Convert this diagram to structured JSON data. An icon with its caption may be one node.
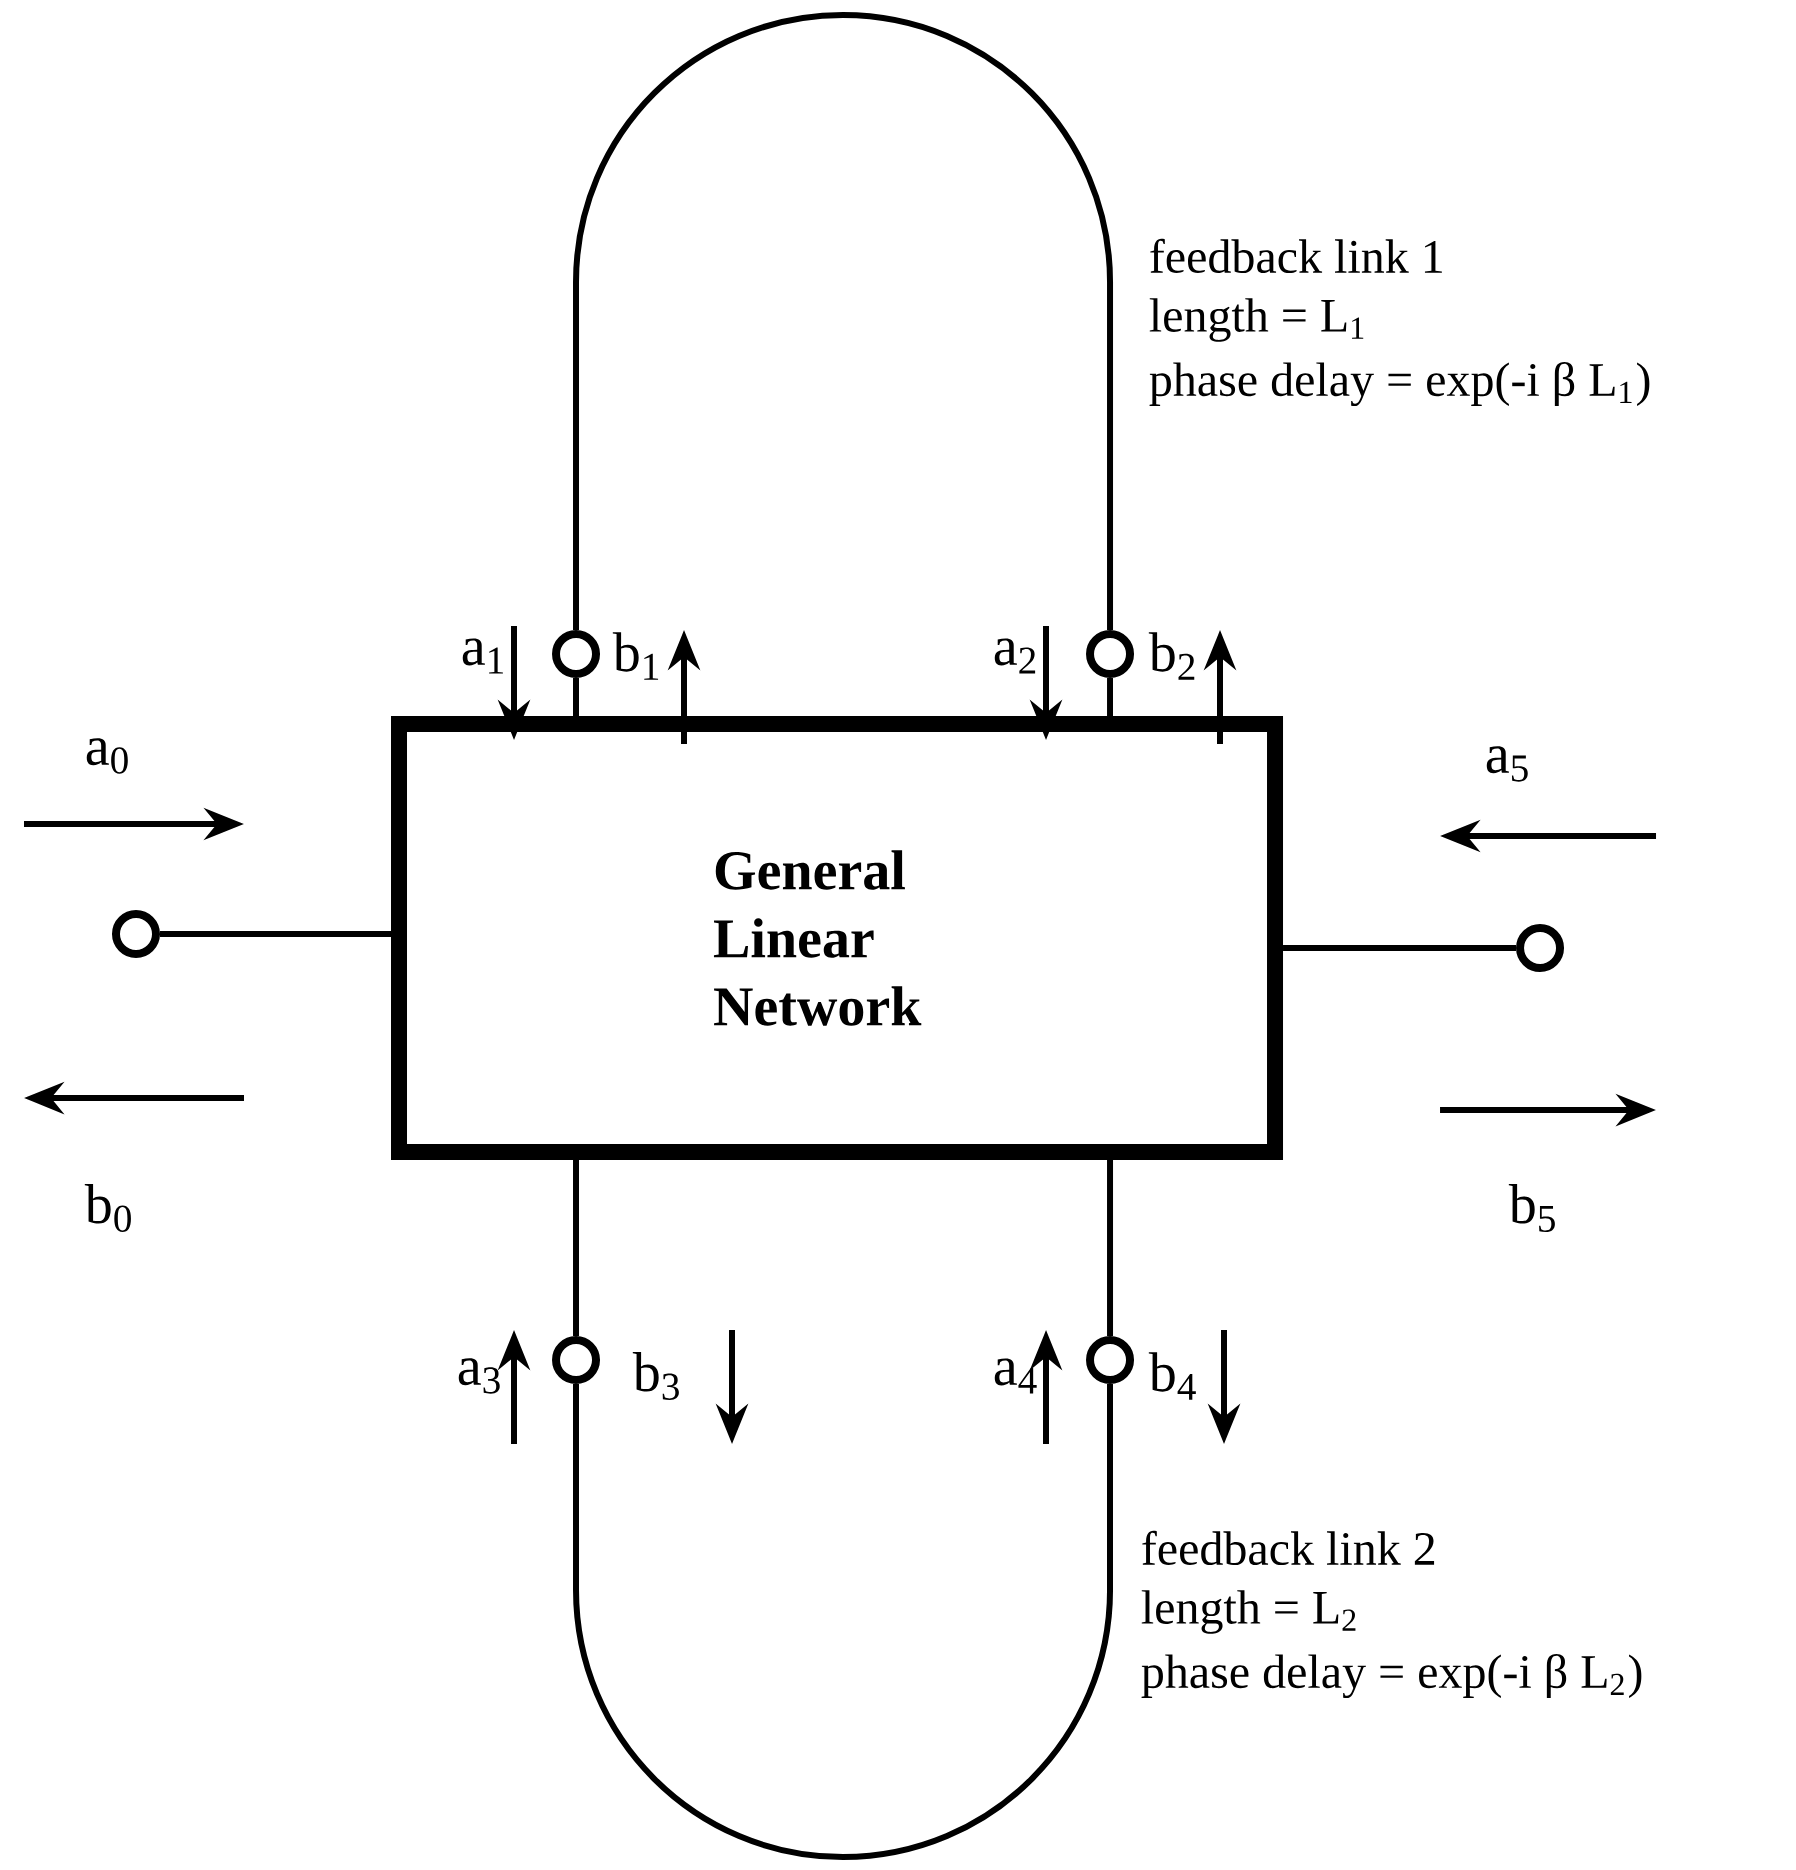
{
  "diagram": {
    "nodes": [
      {
        "text": [
          "General Linear Network"
        ]
      },
      {
        "text": [],
        "shape": "circle"
      },
      {
        "text": [],
        "shape": "circle"
      },
      {
        "text": [],
        "shape": "circle"
      },
      {
        "text": [],
        "shape": "circle"
      },
      {
        "text": [],
        "shape": "circle"
      },
      {
        "text": [],
        "shape": "circle"
      }
    ],
    "edges": [
      {
        "from": 1,
        "to": 0,
        "arrow": "none"
      },
      {
        "from": 0,
        "to": 2,
        "arrow": "none"
      },
      {
        "from": 3,
        "to": 0,
        "arrow": "none"
      },
      {
        "from": 4,
        "to": 0,
        "arrow": "none"
      },
      {
        "from": 5,
        "to": 0,
        "arrow": "none"
      },
      {
        "from": 6,
        "to": 0,
        "arrow": "none"
      },
      {
        "from": 3,
        "to": 4,
        "arrow": "none"
      },
      {
        "from": 5,
        "to": 6,
        "arrow": "none"
      }
    ],
    "labels": [
      "feedback link 1",
      "length = L$_{1}$",
      "phase delay = exp(-i β L$_{1}$)",
      "a$_{1}$",
      "b$_{1}$",
      "a$_{2}$",
      "b$_{2}$",
      "a$_{0}$",
      "a$_{5}$",
      "b$_{0}$",
      "b$_{5}$",
      "a$_{3}$",
      "b$_{3}$",
      "a$_{4}$",
      "b$_{4}$",
      "feedback link 2",
      "length = L$_{2}$",
      "phase delay = exp(-i β L$_{2}$)"
    ]
  }
}
